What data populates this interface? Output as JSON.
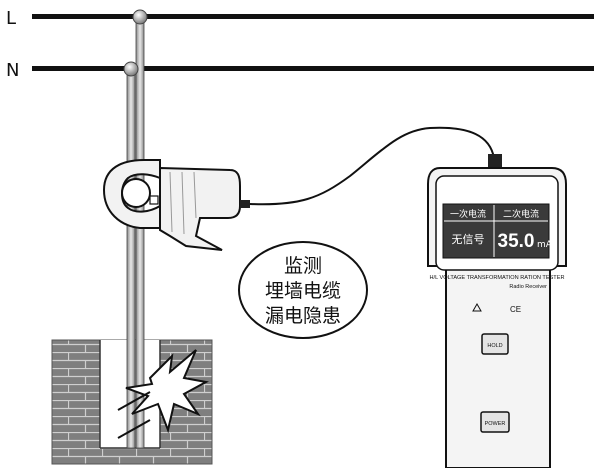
{
  "lines": {
    "live": "L",
    "neutral": "N"
  },
  "callout": {
    "line1": "监测",
    "line2": "埋墙电缆",
    "line3": "漏电隐患"
  },
  "tester": {
    "display_left_header": "一次电流",
    "display_right_header": "二次电流",
    "display_left_value": "无信号",
    "display_right_value": "35.0",
    "display_right_unit": "mA",
    "model_text": "H/L VOLTAGE TRANSFORMATION RATION TESTER",
    "subtitle": "Radio Receiver",
    "ce_mark": "CE",
    "hold_button": "HOLD",
    "power_button": "POWER"
  },
  "colors": {
    "ink": "#111111",
    "wall": "#7f7f7f",
    "brick_line": "#c8c8c8",
    "wire_gray": "#9a9a9a",
    "screen": "#3a3a3a",
    "device_body": "#f4f4f4"
  },
  "icons": {
    "warning": "warning-triangle-icon"
  }
}
